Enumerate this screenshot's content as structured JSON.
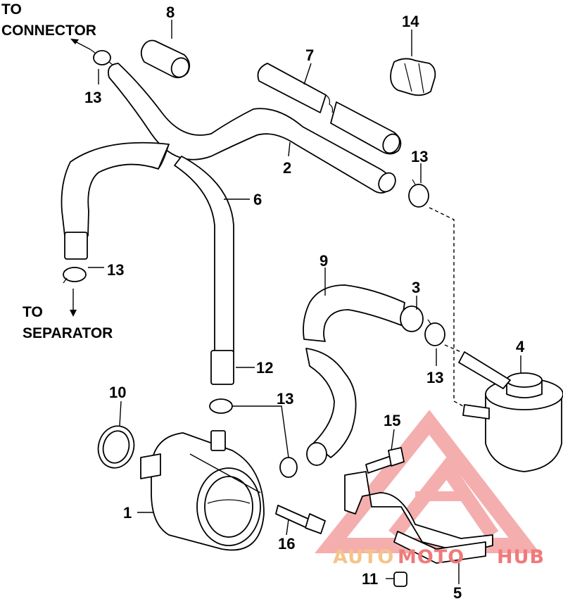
{
  "notes": {
    "to_connector_1": "TO",
    "to_connector_2": "CONNECTOR",
    "to_separator_1": "TO",
    "to_separator_2": "SEPARATOR"
  },
  "callouts": {
    "p1": "1",
    "p2": "2",
    "p3": "3",
    "p4": "4",
    "p5": "5",
    "p6": "6",
    "p7": "7",
    "p8": "8",
    "p9": "9",
    "p10": "10",
    "p11": "11",
    "p12": "12",
    "p13a": "13",
    "p13b": "13",
    "p13c": "13",
    "p13d": "13",
    "p13e": "13",
    "p14": "14",
    "p15": "15",
    "p16": "16"
  },
  "watermark": {
    "part1": "AUTO",
    "part2": "MOTO",
    "part3": "HUB",
    "color_primary": "#f07a7a",
    "color_secondary": "#f5c48a"
  }
}
